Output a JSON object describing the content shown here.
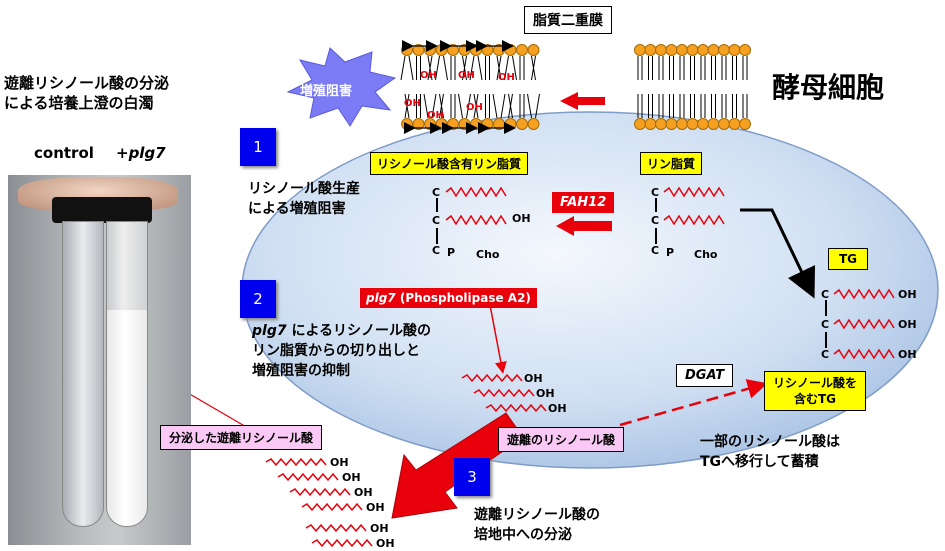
{
  "title_membrane": "脂質二重膜",
  "yeast_cell": "酵母細胞",
  "growth_inhibition": "増殖阻害",
  "left_heading_line1": "遊離リシノール酸の分泌",
  "left_heading_line2": "による培養上澄の白濁",
  "label_control": "control",
  "label_plg7": "+plg7",
  "step1_num": "1",
  "step1_line1": "リシノール酸生産",
  "step1_line2": "による増殖阻害",
  "step2_num": "2",
  "step2_line1_italic": "plg7",
  "step2_line1_rest": " によるリシノール酸の",
  "step2_line2": "リン脂質からの切り出しと",
  "step2_line3": "増殖阻害の抑制",
  "step3_num": "3",
  "step3_line1": "遊離リシノール酸の",
  "step3_line2": "培地中への分泌",
  "box_ricinoleic_phospholipid": "リシノール酸含有リン脂質",
  "box_phospholipid": "リン脂質",
  "box_tg": "TG",
  "box_tg_ricinoleic_line1": "リシノール酸を",
  "box_tg_ricinoleic_line2": "含むTG",
  "box_fah12": "FAH12",
  "box_plg7_italic": "plg7",
  "box_plg7_rest": " (Phospholipase A2)",
  "box_dgat": "DGAT",
  "box_free_ricinoleic": "遊離のリシノール酸",
  "box_secreted": "分泌した遊離リシノール酸",
  "partial_line1": "一部のリシノール酸は",
  "partial_line2": "TGへ移行して蓄積",
  "chem_c": "C",
  "chem_oh": "OH",
  "chem_p": "P",
  "chem_cho": "Cho",
  "colors": {
    "cell_fill": "#c9daf0",
    "red": "#e8000b",
    "yellow": "#ffff00",
    "pink": "#f9c8f4",
    "blue_num": "#0000ee",
    "lipid_head": "#f5a020"
  }
}
